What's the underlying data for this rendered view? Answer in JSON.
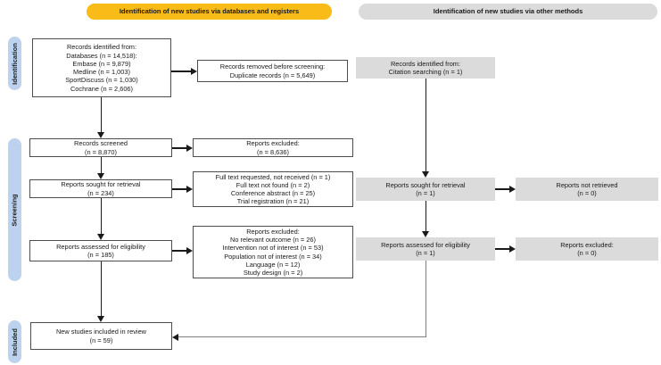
{
  "colors": {
    "banner_databases_bg": "#F9BB17",
    "banner_other_bg": "#DBDBDB",
    "stage_bg": "#BDD2EE",
    "gray_box_bg": "#DBDBDB",
    "box_border": "#4D4D4D",
    "arrow": "#1A1A1A",
    "elbow": "#7F7F7F"
  },
  "header": {
    "banner_databases": "Identification of new studies via databases and registers",
    "banner_other_methods": "Identification of new studies via other methods"
  },
  "sidebar": {
    "identification": "Identification",
    "screening": "Screening",
    "included": "Included"
  },
  "databases_column": {
    "records_identified": [
      "Records identified from:",
      "Databases (n = 14,518):",
      "Embase (n = 9,879)",
      "Medline (n = 1,003)",
      "SportDiscuss (n = 1,030)",
      "Cochrane (n = 2,606)"
    ],
    "records_removed": [
      "Records removed before screening:",
      "Duplicate records (n = 5,649)"
    ],
    "records_screened": [
      "Records screened",
      "(n = 8,870)"
    ],
    "reports_excluded_screening": [
      "Reports excluded:",
      "(n = 8,636)"
    ],
    "reports_sought": [
      "Reports sought for retrieval",
      "(n = 234)"
    ],
    "reports_not_retrieved_reasons": [
      "Full text requested, not received (n = 1)",
      "Full text not found (n = 2)",
      "Conference abstract (n = 25)",
      "Trial registration (n = 21)"
    ],
    "reports_assessed": [
      "Reports assessed for eligibility",
      "(n = 185)"
    ],
    "reports_excluded_eligibility": [
      "Reports excluded:",
      "No relevant outcome (n = 26)",
      "Intervention not of interest (n = 53)",
      "Population not of interest (n = 34)",
      "Language (n = 12)",
      "Study design (n = 2)"
    ],
    "new_studies_included": [
      "New studies included in review",
      "(n = 59)"
    ]
  },
  "other_methods_column": {
    "records_identified": [
      "Records identified from:",
      "Citation searching (n = 1)"
    ],
    "reports_sought": [
      "Reports sought for retrieval",
      "(n = 1)"
    ],
    "reports_not_retrieved": [
      "Reports not retrieved",
      "(n = 0)"
    ],
    "reports_assessed": [
      "Reports assessed for eligibility",
      "(n = 1)"
    ],
    "reports_excluded": [
      "Reports excluded:",
      "(n = 0)"
    ]
  }
}
